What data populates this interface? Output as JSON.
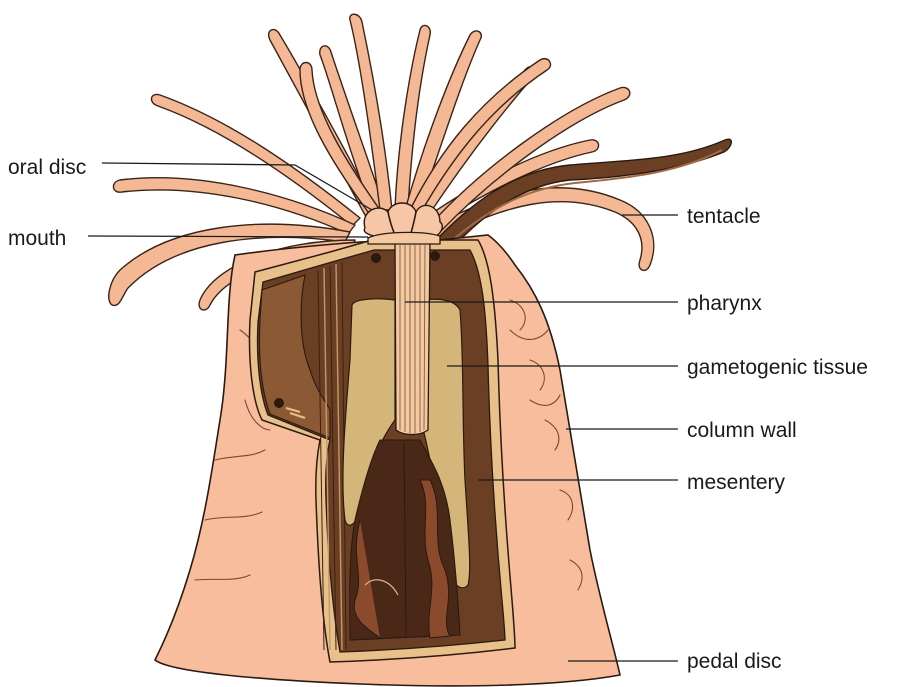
{
  "diagram": {
    "labels": {
      "oral_disc": "oral disc",
      "mouth": "mouth",
      "tentacle": "tentacle",
      "pharynx": "pharynx",
      "gametogenic_tissue": "gametogenic tissue",
      "column_wall": "column wall",
      "mesentery": "mesentery",
      "pedal_disc": "pedal disc"
    },
    "colors": {
      "body": "#f7bd9c",
      "tentacle": "#f5b894",
      "cavity_dark": "#6b3f24",
      "mesentery": "#7a4a2c",
      "gametogenic": "#d4b67a",
      "inner_dark": "#4a2818",
      "outline": "#2a1a10"
    }
  }
}
